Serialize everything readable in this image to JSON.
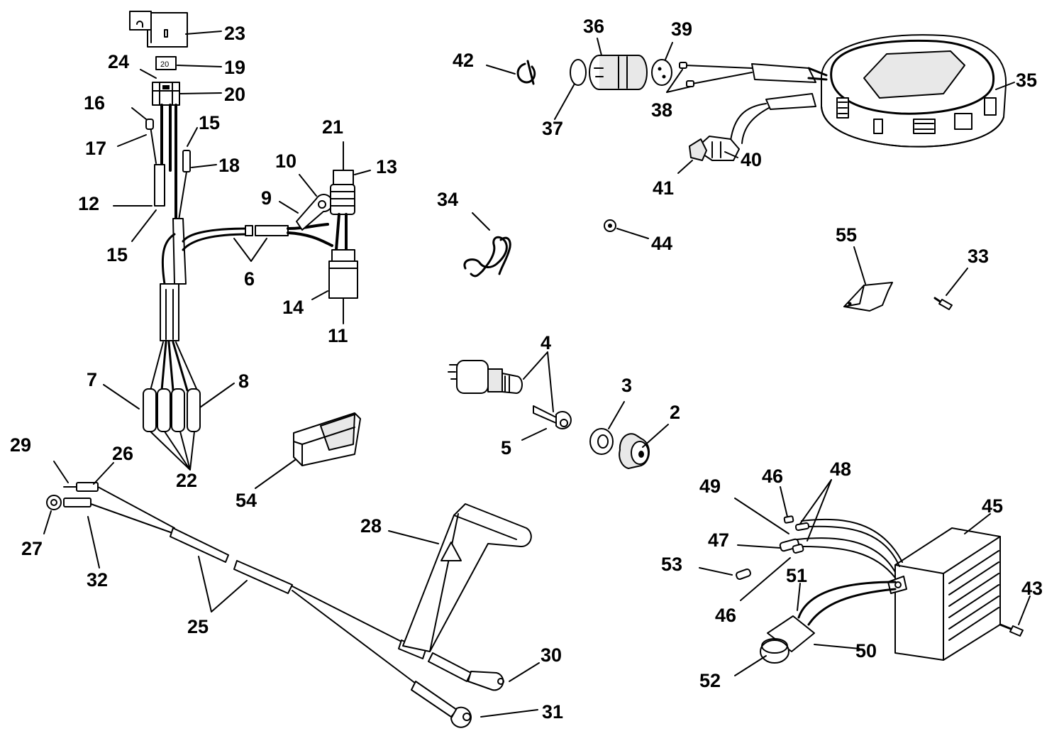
{
  "callouts": {
    "c2": "2",
    "c3": "3",
    "c4": "4",
    "c5": "5",
    "c6": "6",
    "c7": "7",
    "c8": "8",
    "c9": "9",
    "c10": "10",
    "c11": "11",
    "c12": "12",
    "c13": "13",
    "c14": "14",
    "c15a": "15",
    "c15b": "15",
    "c16": "16",
    "c17": "17",
    "c18": "18",
    "c19": "19",
    "c20": "20",
    "c21": "21",
    "c22": "22",
    "c23": "23",
    "c24": "24",
    "c25": "25",
    "c26": "26",
    "c27": "27",
    "c28": "28",
    "c29": "29",
    "c30": "30",
    "c31": "31",
    "c32": "32",
    "c33": "33",
    "c34": "34",
    "c35": "35",
    "c36": "36",
    "c37": "37",
    "c38": "38",
    "c39": "39",
    "c40": "40",
    "c41": "41",
    "c42": "42",
    "c43": "43",
    "c44": "44",
    "c45": "45",
    "c46a": "46",
    "c46b": "46",
    "c47": "47",
    "c48": "48",
    "c49": "49",
    "c50": "50",
    "c51": "51",
    "c52": "52",
    "c53": "53",
    "c54": "54",
    "c55": "55"
  },
  "fuse_rating": "20"
}
